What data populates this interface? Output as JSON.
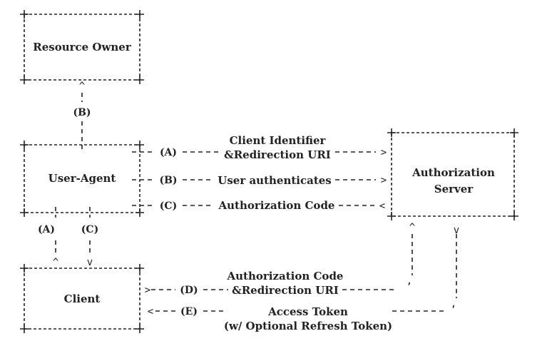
{
  "colors": {
    "ink": "#222222",
    "background": "#ffffff"
  },
  "nodes": {
    "resource_owner": "Resource Owner",
    "user_agent": "User-Agent",
    "client": "Client",
    "authorization_server": {
      "line1": "Authorization",
      "line2": "Server"
    }
  },
  "steps": {
    "b_top": "(B)",
    "a_left": "(A)",
    "c_left": "(C)",
    "a_flow": "(A)",
    "b_flow": "(B)",
    "c_flow": "(C)",
    "d_flow": "(D)",
    "e_flow": "(E)"
  },
  "messages": {
    "client_identifier": "Client Identifier",
    "redirection_uri_1": "&Redirection URI",
    "user_authenticates": "User authenticates",
    "authorization_code_1": "Authorization Code",
    "authorization_code_2": "Authorization Code",
    "redirection_uri_2": "&Redirection URI",
    "access_token": "Access Token",
    "optional_refresh": "(w/ Optional Refresh Token)"
  }
}
